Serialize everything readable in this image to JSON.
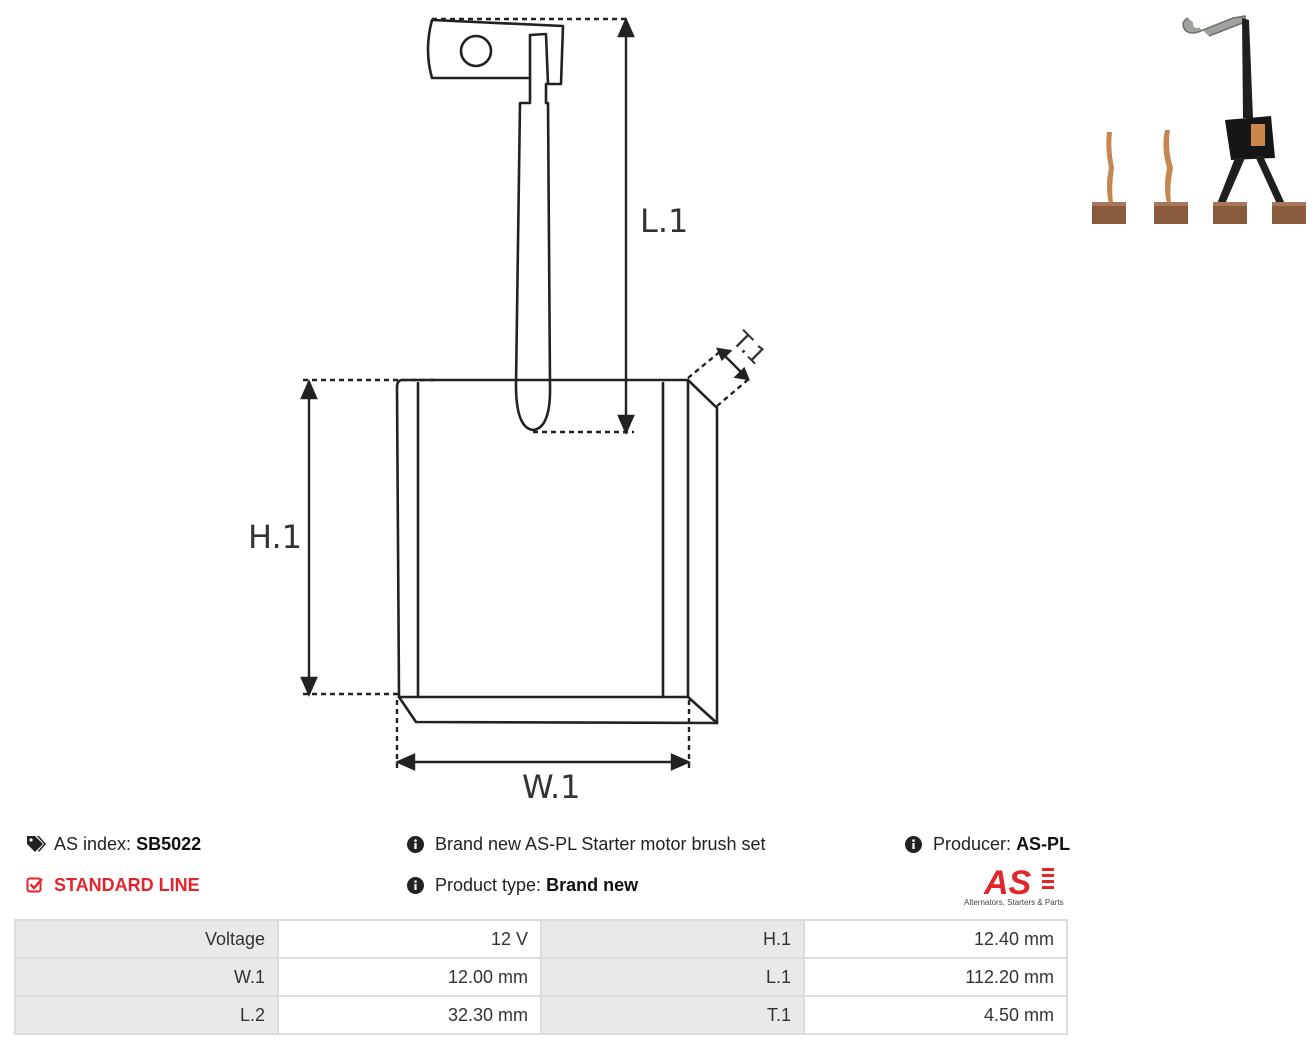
{
  "diagram": {
    "labels": {
      "l1": "L.1",
      "h1": "H.1",
      "w1": "W.1",
      "t1": "T.1"
    }
  },
  "photo": {
    "icon": "brush-set-photo"
  },
  "info": {
    "as_index_label": "AS index:",
    "as_index_value": "SB5022",
    "line": "STANDARD LINE",
    "description": "Brand new AS-PL Starter motor brush set",
    "product_type_label": "Product type:",
    "product_type_value": "Brand new",
    "producer_label": "Producer:",
    "producer_value": "AS-PL"
  },
  "logo": {
    "mark": "AS",
    "tagline": "Alternators, Starters & Parts"
  },
  "specs": [
    {
      "k1": "Voltage",
      "v1": "12 V",
      "k2": "H.1",
      "v2": "12.40 mm"
    },
    {
      "k1": "W.1",
      "v1": "12.00 mm",
      "k2": "L.1",
      "v2": "112.20 mm"
    },
    {
      "k1": "L.2",
      "v1": "32.30 mm",
      "k2": "T.1",
      "v2": "4.50 mm"
    }
  ],
  "colors": {
    "accent_red": "#e0262b",
    "table_header": "#e9e9e9",
    "copper": "#b86b3c",
    "carbon": "#7a4a30"
  }
}
